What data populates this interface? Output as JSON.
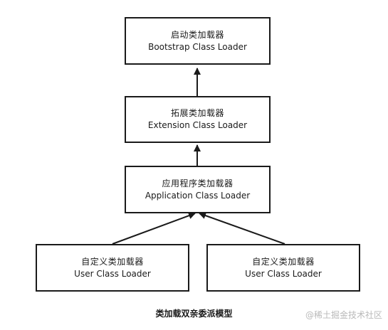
{
  "boxes": {
    "bootstrap": {
      "zh": "启动类加载器",
      "en": "Bootstrap Class Loader"
    },
    "extension": {
      "zh": "拓展类加载器",
      "en": "Extension Class Loader"
    },
    "application": {
      "zh": "应用程序类加载器",
      "en": "Application Class Loader"
    },
    "user_left": {
      "zh": "自定义类加载器",
      "en": "User Class Loader"
    },
    "user_right": {
      "zh": "自定义类加载器",
      "en": "User Class Loader"
    }
  },
  "caption": "类加载双亲委派模型",
  "watermark": "@稀土掘金技术社区"
}
